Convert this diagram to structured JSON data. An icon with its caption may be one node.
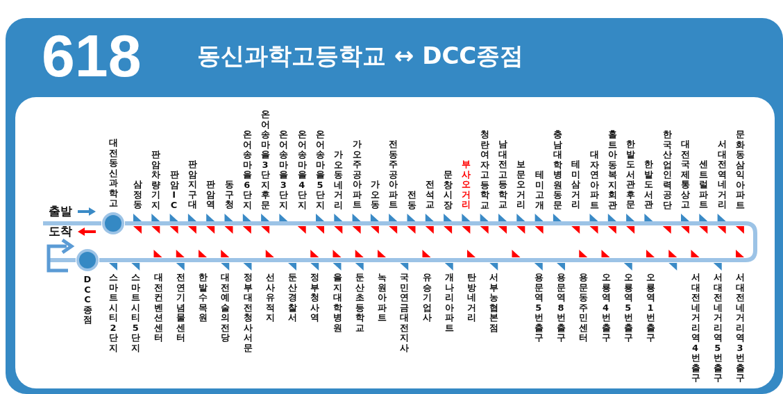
{
  "diagram": {
    "title": "동신과학고등학교 ↔ DCC종점",
    "nodes": [
      {
        "text": [
          "대전동신과학고"
        ]
      },
      {
        "text": [
          "DCC종점"
        ]
      }
    ],
    "edges": [
      {
        "from": 0,
        "to": 1,
        "arrow": "none"
      }
    ],
    "labels": [
      "618",
      "삼정동",
      "판암차량기지",
      "판암IC",
      "판암지구대",
      "판암역",
      "동구청",
      "온어송마을6단지",
      "온어송마을3단지후문",
      "온어송마을3단지",
      "온어송마을4단지",
      "온어송마을5단지",
      "가오동네거리",
      "가오주공아파트",
      "가오동",
      "전동주공아파트",
      "전동",
      "전석교",
      "문창시장",
      "부사오거리",
      "청란여자고등학교",
      "남대전고등학교",
      "보문오거리",
      "테미고개",
      "충남대학병원동문",
      "테미삼거리",
      "대자연아파트",
      "홀트아동복지회관",
      "한밭도서관후문",
      "한밭도서관",
      "한국산업인력공단",
      "대전국제통상고",
      "센트럴파트",
      "서대전역네거리",
      "문화동삼익아파트",
      "스마트시티2단지",
      "스마트시티5단지",
      "대전컨벤션센터",
      "전연기념물센터",
      "한밭수목원",
      "대전예술의전당",
      "정부대전청사서문",
      "선사유적지",
      "둔산경찰서",
      "정부청사역",
      "을지대학병원",
      "둔산초등학교",
      "녹원아파트",
      "국민연금대전지사",
      "유승기업사",
      "개나리아파트",
      "탄방네거리",
      "서부농협본점",
      "용문역5번출구",
      "용문역8번출구",
      "용문동주민센터",
      "오룡역4번출구",
      "오룡역5번출구",
      "오룡역1번출구",
      "서대전네거리역4번출구",
      "서대전네거리역5번출구",
      "서대전네거리역3번출구"
    ],
    "legend": [
      {
        "text": "출발",
        "color": "#3a8ac6"
      },
      {
        "text": "도착",
        "color": "#ff0000"
      }
    ]
  }
}
